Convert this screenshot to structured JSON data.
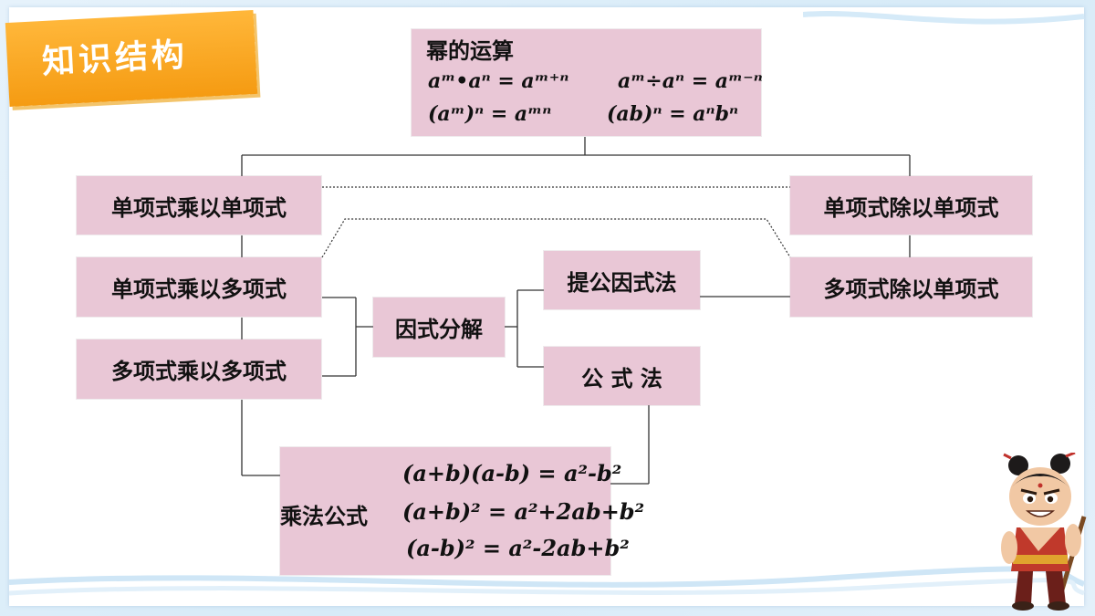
{
  "slide": {
    "title": "知识结构"
  },
  "nodes": {
    "power_ops": {
      "title": "幂的运算",
      "f1": "aᵐ•aⁿ = aᵐ⁺ⁿ",
      "f2": "aᵐ÷aⁿ = aᵐ⁻ⁿ",
      "f3": "(aᵐ)ⁿ = aᵐⁿ",
      "f4": "(ab)ⁿ = aⁿbⁿ"
    },
    "mono_times_mono": "单项式乘以单项式",
    "mono_times_poly": "单项式乘以多项式",
    "poly_times_poly": "多项式乘以多项式",
    "factorization": "因式分解",
    "common_factor": "提公因式法",
    "formula_method": "公 式 法",
    "mono_div_mono": "单项式除以单项式",
    "poly_div_mono": "多项式除以单项式",
    "mult_formulas": {
      "label": "乘法公式",
      "f1": "(a+b)(a-b) = a²-b²",
      "f2": "(a+b)² = a²+2ab+b²",
      "f3": "(a-b)² = a²-2ab+b²"
    }
  },
  "colors": {
    "node_fill": "#e9c7d6",
    "title_tag": "#f59b12"
  }
}
